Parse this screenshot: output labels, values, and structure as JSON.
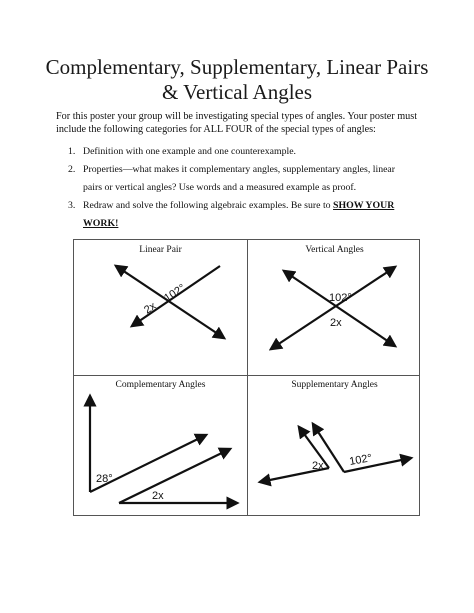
{
  "title": {
    "line1": "Complementary, Supplementary, Linear Pairs",
    "line2": "& Vertical Angles"
  },
  "intro": {
    "line1": "For this poster your group will be investigating special types of angles.  Your poster must",
    "line2": "include the following categories for ALL FOUR of the special types of angles:"
  },
  "items": [
    {
      "number": "1.",
      "line1": "Definition with one example and one counterexample."
    },
    {
      "number": "2.",
      "line1": "Properties—what makes it complementary angles, supplementary angles, linear",
      "line2": "pairs or vertical angles? Use words and a measured example as proof."
    },
    {
      "number": "3.",
      "line1": "Redraw and solve the following algebraic examples.  Be sure to ",
      "emphasis1": "SHOW YOUR",
      "emphasis2": "WORK!"
    }
  ],
  "table": {
    "cells": [
      {
        "title": "Linear Pair",
        "labels": [
          "2x",
          "102°"
        ]
      },
      {
        "title": "Vertical Angles",
        "labels": [
          "102°",
          "2x"
        ]
      },
      {
        "title": "Complementary Angles",
        "labels": [
          "28°",
          "2x"
        ]
      },
      {
        "title": "Supplementary Angles",
        "labels": [
          "2x",
          "102°"
        ]
      }
    ]
  }
}
